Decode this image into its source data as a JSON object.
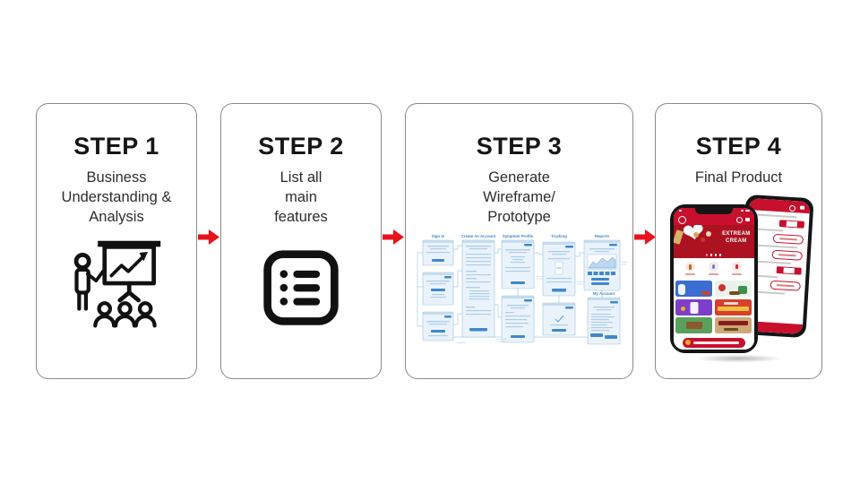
{
  "diagram": {
    "type": "process-steps",
    "step_count": 4
  },
  "colors": {
    "background": "#ffffff",
    "card_border": "#8a8a8a",
    "heading_text": "#161616",
    "body_text": "#2d2d2d",
    "arrow_red": "#e8131c",
    "icon_black": "#111111",
    "wireframe_blue": "#3f88cc",
    "wireframe_fill": "#eaf3fb",
    "app_red": "#c8102e"
  },
  "steps": [
    {
      "title": "STEP 1",
      "description": "Business\nUnderstanding &\nAnalysis",
      "icon": "presentation-chart-icon"
    },
    {
      "title": "STEP 2",
      "description": "List all\nmain\nfeatures",
      "icon": "checklist-icon"
    },
    {
      "title": "STEP 3",
      "description": "Generate\nWireframe/\nPrototype",
      "icon": "wireframe-flow-graphic"
    },
    {
      "title": "STEP 4",
      "description": "Final Product",
      "icon": "phone-mockups-graphic"
    }
  ],
  "wireframe": {
    "labels": [
      "Sign In",
      "Create An Account",
      "Symptom Profile",
      "Tracking",
      "Reports",
      "My Account"
    ]
  },
  "app_preview": {
    "banner_text": "EXTREAM\nCREAM"
  }
}
